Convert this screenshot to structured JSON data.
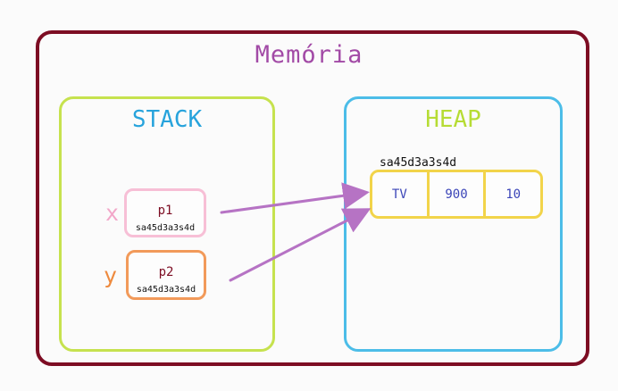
{
  "memory": {
    "title": "Memória"
  },
  "stack": {
    "title": "STACK",
    "vars": [
      {
        "name": "x",
        "ref": "p1",
        "addr": "sa45d3a3s4d"
      },
      {
        "name": "y",
        "ref": "p2",
        "addr": "sa45d3a3s4d"
      }
    ]
  },
  "heap": {
    "title": "HEAP",
    "object": {
      "addr": "sa45d3a3s4d",
      "fields": [
        "TV",
        "900",
        "10"
      ]
    }
  },
  "colors": {
    "memory_border": "#7d0d23",
    "stack_border": "#c6e24e",
    "heap_border": "#4cbde8",
    "object_border": "#f2d44a",
    "arrow": "#b673c4"
  }
}
